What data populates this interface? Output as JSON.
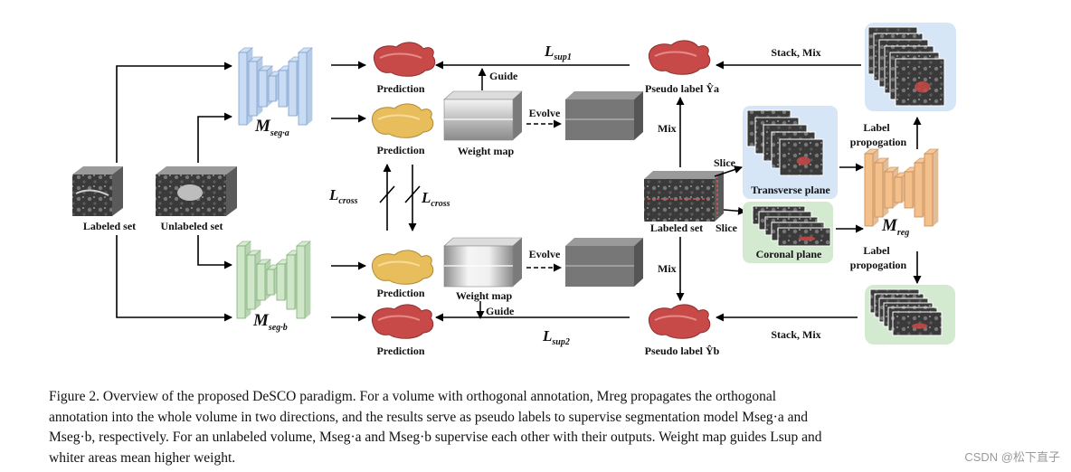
{
  "labels": {
    "prediction_top_red": "Prediction",
    "prediction_top_yellow": "Prediction",
    "prediction_bottom_yellow": "Prediction",
    "prediction_bottom_red": "Prediction",
    "weight_map_top": "Weight map",
    "weight_map_bottom": "Weight map",
    "guide_top": "Guide",
    "guide_bottom": "Guide",
    "evolve_top": "Evolve",
    "evolve_bottom": "Evolve",
    "pseudo_label_a": "Pseudo label Ŷa",
    "pseudo_label_b": "Pseudo label Ŷb",
    "mix_top": "Mix",
    "mix_bottom": "Mix",
    "stack_mix_top": "Stack, Mix",
    "stack_mix_bottom": "Stack, Mix",
    "label_propogation_top_1": "Label",
    "label_propogation_top_2": "propogation",
    "label_propogation_bottom_1": "Label",
    "label_propogation_bottom_2": "propogation",
    "slice_top": "Slice",
    "slice_bottom": "Slice",
    "transverse_plane": "Transverse plane",
    "coronal_plane": "Coronal plane",
    "labeled_set_left": "Labeled set",
    "unlabeled_set": "Unlabeled set",
    "labeled_set_right": "Labeled set"
  },
  "models": {
    "seg_a": {
      "main": "M",
      "sub": "seg·a"
    },
    "seg_b": {
      "main": "M",
      "sub": "seg·b"
    },
    "reg": {
      "main": "M",
      "sub": "reg"
    }
  },
  "losses": {
    "sup1": {
      "main": "L",
      "sub": "sup1"
    },
    "sup2": {
      "main": "L",
      "sub": "sup2"
    },
    "cross_left": {
      "main": "L",
      "sub": "cross"
    },
    "cross_right": {
      "main": "L",
      "sub": "cross"
    }
  },
  "caption": {
    "lines": [
      "Figure 2.  Overview of the proposed DeSCO paradigm.  For a volume with orthogonal annotation, Mreg propagates the orthogonal",
      "annotation into the whole volume in two directions, and the results serve as pseudo labels to supervise segmentation model Mseg·a and",
      "Mseg·b, respectively. For an unlabeled volume, Mseg·a and Mseg·b supervise each other with their outputs. Weight map guides Lsup and",
      "whiter areas mean higher weight."
    ]
  },
  "watermark": "CSDN @松下直子",
  "colors": {
    "seg_a": "#c9dcf3",
    "seg_a_stroke": "#7a9fcf",
    "seg_b": "#cfe6c9",
    "seg_b_stroke": "#7fb075",
    "reg": "#f3c08c",
    "reg_stroke": "#c98a4a",
    "blue_panel": "#d6e6f7",
    "green_panel": "#d3ead0",
    "organ_red": "#c84a48",
    "organ_yellow": "#e8bd5c"
  }
}
